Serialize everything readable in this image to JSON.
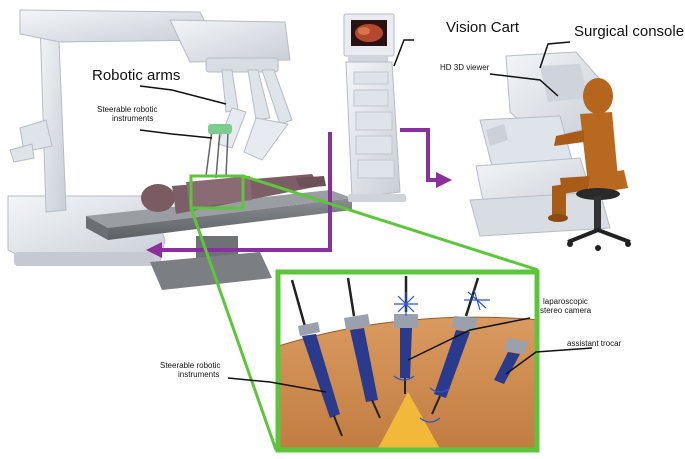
{
  "labels": {
    "robotic_arms": "Robotic arms",
    "steerable_instruments_top": [
      "Steerable robotic",
      "instruments"
    ],
    "vision_cart": "Vision Cart",
    "surgical_console": "Surgical console",
    "hd_viewer": "HD 3D viewer",
    "laparoscopic_camera": [
      "laparoscopic",
      "stereo camera"
    ],
    "assistant_trocar": "assistant trocar",
    "steerable_instruments_bottom": [
      "Steerable robotic",
      "instruments"
    ]
  },
  "colors": {
    "zoom_frame": "#5dc53c",
    "flow_arrows": "#8a2f9e",
    "abdomen": "#cf8f55",
    "camera_field": "#f2b83a",
    "instrument_body": "#2a3a8c",
    "surgeon": "#b5651d",
    "equipment": "#e4e8ee",
    "motion_arrows": "#2d55c8"
  }
}
